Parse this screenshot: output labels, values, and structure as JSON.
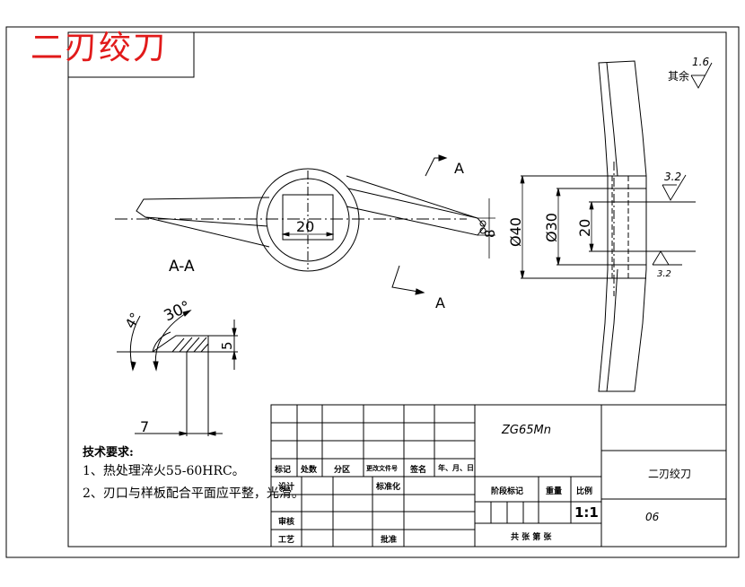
{
  "title": "二刃绞刀",
  "section_label": "A-A",
  "section_arrow_label": "A",
  "surface_note": {
    "text": "其余",
    "roughness": "1.6"
  },
  "roughness_values": [
    "3.2",
    "3.2"
  ],
  "dimensions": {
    "square": "20",
    "end_hole": "8",
    "dia_outer": "Ø40",
    "dia_mid": "Ø30",
    "dia_inner": "20",
    "angle_small": "4°",
    "angle_large": "30°",
    "thickness": "5",
    "blade_width": "7"
  },
  "tech_requirements": {
    "heading": "技术要求:",
    "items": [
      "1、热处理淬火55-60HRC。",
      "2、刃口与样板配合平面应平整，光滑。"
    ]
  },
  "title_block": {
    "material": "ZG65Mn",
    "part_name": "二刃绞刀",
    "drawing_number": "06",
    "scale": "1:1",
    "headers": [
      "标记",
      "处数",
      "分区",
      "更改文件号",
      "签名",
      "年、月、日"
    ],
    "design": "设计",
    "standardize": "标准化",
    "review": "审核",
    "process": "工艺",
    "approve": "批准",
    "stage_mark": "阶段标记",
    "weight": "重量",
    "scale_label": "比例",
    "sheets": "共  张  第  张"
  }
}
